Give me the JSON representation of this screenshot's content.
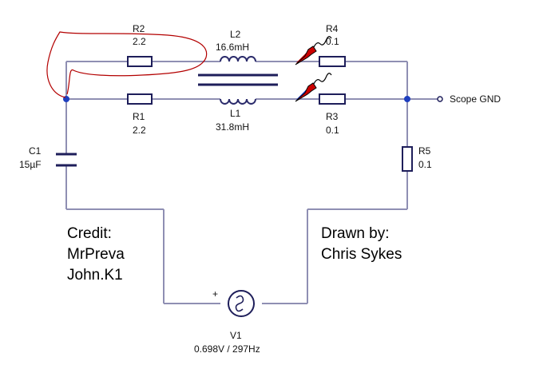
{
  "components": {
    "r1": {
      "name": "R1",
      "value": "2.2"
    },
    "r2": {
      "name": "R2",
      "value": "2.2"
    },
    "r3": {
      "name": "R3",
      "value": "0.1"
    },
    "r4": {
      "name": "R4",
      "value": "0.1"
    },
    "r5": {
      "name": "R5",
      "value": "0.1"
    },
    "l1": {
      "name": "L1",
      "value": "31.8mH"
    },
    "l2": {
      "name": "L2",
      "value": "16.6mH"
    },
    "c1": {
      "name": "C1",
      "value": "15µF"
    },
    "v1": {
      "name": "V1",
      "value": "0.698V / 297Hz",
      "polarity": "+"
    }
  },
  "terminal": {
    "label": "Scope GND"
  },
  "credit": {
    "line1": "Credit:",
    "line2": "MrPreva",
    "line3": "John.K1"
  },
  "drawn_by": {
    "line1": "Drawn by:",
    "line2": "Chris Sykes"
  },
  "colors": {
    "wire": "#8f8fb3",
    "component": "#1e1e5a",
    "node": "#1f3fbf",
    "annotation": "#b30000",
    "probe_red": "#cc0000",
    "probe_blue": "#2244cc"
  }
}
